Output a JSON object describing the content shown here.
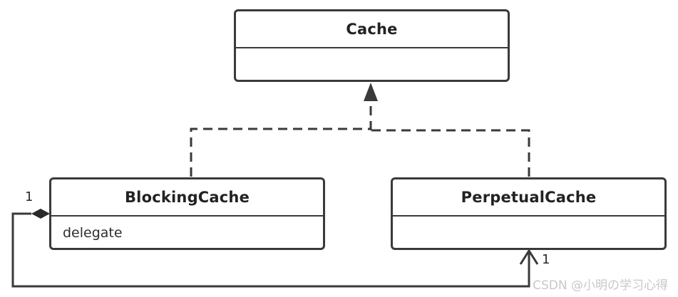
{
  "classes": {
    "cache": {
      "name": "Cache",
      "attribute": ""
    },
    "blocking_cache": {
      "name": "BlockingCache",
      "attribute": "delegate"
    },
    "perpetual_cache": {
      "name": "PerpetualCache",
      "attribute": ""
    }
  },
  "multiplicities": {
    "blocking_end": "1",
    "perpetual_end": "1"
  },
  "watermark": "CSDN @小明の学习心得",
  "colors": {
    "line": "#3a3a3a",
    "watermark": "#c8c8c8"
  }
}
